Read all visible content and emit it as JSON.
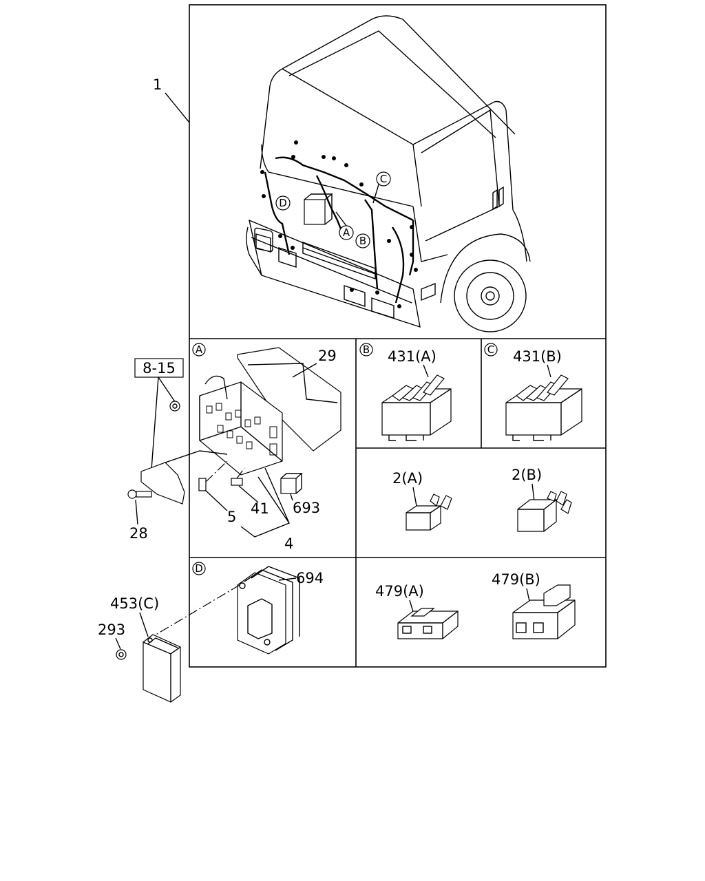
{
  "callouts": {
    "harness": "1",
    "ref_box": "8-15",
    "bolt": "28",
    "cover": "29",
    "fuse_small": "5",
    "fuse_41": "41",
    "relay_693": "693",
    "fuse_kit": "4",
    "conn_431a": "431(A)",
    "conn_431b": "431(B)",
    "fuse_2a": "2(A)",
    "fuse_2b": "2(B)",
    "relay_694": "694",
    "conn_479a": "479(A)",
    "conn_479b": "479(B)",
    "module_453c": "453(C)",
    "nut_293": "293"
  },
  "markers": {
    "a": "A",
    "b": "B",
    "c": "C",
    "d": "D"
  }
}
